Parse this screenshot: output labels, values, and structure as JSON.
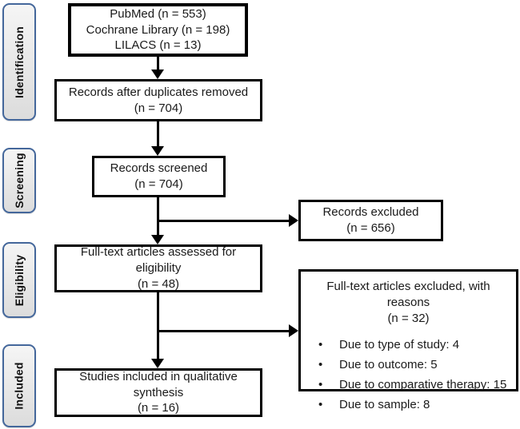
{
  "diagram_title": "PRISMA flow diagram",
  "bullet_glyph": "•",
  "colors": {
    "stage_border": "#44679b",
    "stage_fill": "#e8e8e8",
    "box_border": "#000000",
    "box_fill": "#ffffff",
    "text": "#1a1a1a"
  },
  "sidebar": {
    "stages": [
      {
        "label": "Identification"
      },
      {
        "label": "Screening"
      },
      {
        "label": "Eligibility"
      },
      {
        "label": "Included"
      }
    ]
  },
  "boxes": {
    "sources": {
      "lines": [
        "PubMed (n = 553)",
        "Cochrane Library (n = 198)",
        "LILACS (n = 13)"
      ]
    },
    "duplicates_removed": {
      "lines": [
        "Records after duplicates removed",
        "(n = 704)"
      ]
    },
    "records_screened": {
      "lines": [
        "Records screened",
        "(n = 704)"
      ]
    },
    "records_excluded": {
      "lines": [
        "Records excluded",
        "(n = 656)"
      ]
    },
    "fulltext_assessed": {
      "lines": [
        "Full-text articles assessed for",
        "eligibility",
        "(n = 48)"
      ]
    },
    "fulltext_excluded": {
      "title": "Full-text articles excluded, with reasons",
      "count": "(n = 32)",
      "reasons": [
        "Due to type of study: 4",
        "Due to outcome: 5",
        "Due to comparative therapy: 15",
        "Due to sample: 8"
      ]
    },
    "studies_included": {
      "lines": [
        "Studies included in qualitative",
        "synthesis",
        "(n = 16)"
      ]
    }
  }
}
